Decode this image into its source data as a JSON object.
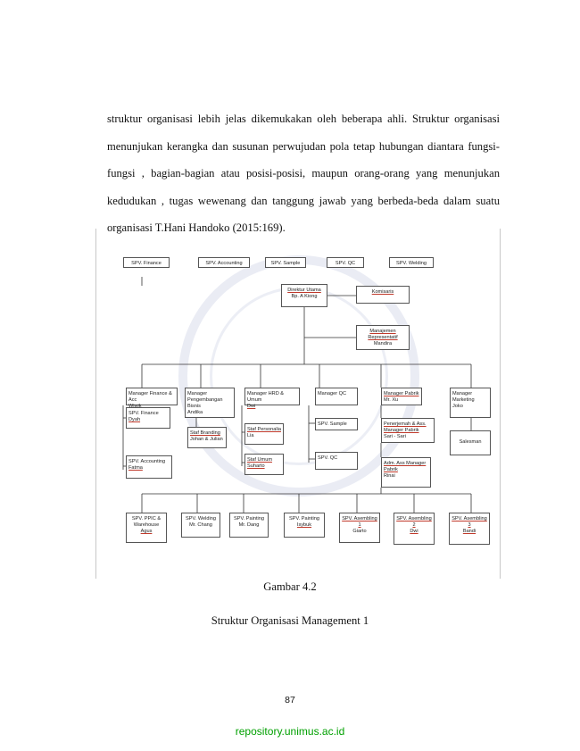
{
  "paragraph": [
    "struktur organisasi lebih jelas dikemukakan oleh beberapa ahli. Struktur organisasi",
    "menunjukan kerangka dan susunan perwujudan pola tetap hubungan diantara fungsi-",
    "fungsi , bagian-bagian atau posisi-posisi, maupun orang-orang yang menunjukan",
    "kedudukan , tugas wewenang dan tanggung jawab yang berbeda-beda dalam suatu",
    "organisasi T.Hani Handoko (2015:169)."
  ],
  "org_chart": {
    "top_partial_boxes": [
      "SPV. Finance",
      "SPV. Accounting",
      "SPV. Sample",
      "SPV. QC",
      "SPV. Welding"
    ],
    "director": {
      "title": "Direktur Utama",
      "name": "Bp. A Kiong"
    },
    "komisaris": "Komisaris",
    "management_rep": {
      "title": "Manajemen Representatif",
      "name": "Mandira"
    },
    "managers": [
      {
        "title": "Manager Finance & Acc",
        "name": "Wiwik"
      },
      {
        "title": "Manager Pengembangan Bisnis",
        "name": "Andika"
      },
      {
        "title": "Manager HRD & Umum",
        "name": "Dwi"
      },
      {
        "title": "Manager QC",
        "name": ""
      },
      {
        "title": "Manager Pabrik",
        "name": "Mr. Xu"
      },
      {
        "title": "Manager Marketing",
        "name": "Joko"
      }
    ],
    "sub_units": {
      "spv_finance": {
        "title": "SPV. Finance",
        "name": "Dyah"
      },
      "spv_accounting": {
        "title": "SPV. Accounting",
        "name": "Fatma"
      },
      "staf_branding": {
        "title": "Staf Branding",
        "name": "Johan & Julian"
      },
      "staf_personalia": {
        "title": "Staf Personalia",
        "name": "Lia"
      },
      "staf_umum": {
        "title": "Staf Umum",
        "name": "Suharto"
      },
      "spv_sample": "SPV. Sample",
      "spv_qc": "SPV. QC",
      "penerjemah": {
        "title": "Penerjemah & Ass. Manager Pabrik",
        "name": "Sari - Sari"
      },
      "adm_ass": {
        "title": "Adm. Ass Manager Pabrik",
        "name": "Rinai"
      },
      "salesman": "Salesman"
    },
    "bottom_spvs": [
      {
        "title": "SPV. PPIC & Warehouse",
        "name": "Agus"
      },
      {
        "title": "SPV. Welding",
        "name": "Mr. Chang"
      },
      {
        "title": "SPV. Painting",
        "name": "Mr. Dang"
      },
      {
        "title": "SPV. Painting",
        "name": "Isybuk"
      },
      {
        "title": "SPV. Asembling 1",
        "name": "Giarto"
      },
      {
        "title": "SPV. Asembling 2",
        "name": "Dwi"
      },
      {
        "title": "SPV. Asembling 3",
        "name": "Bandi"
      }
    ]
  },
  "figure_caption": "Gambar 4.2",
  "figure_title": "Struktur Organisasi Management 1",
  "page_number": "87",
  "repository": "repository.unimus.ac.id"
}
